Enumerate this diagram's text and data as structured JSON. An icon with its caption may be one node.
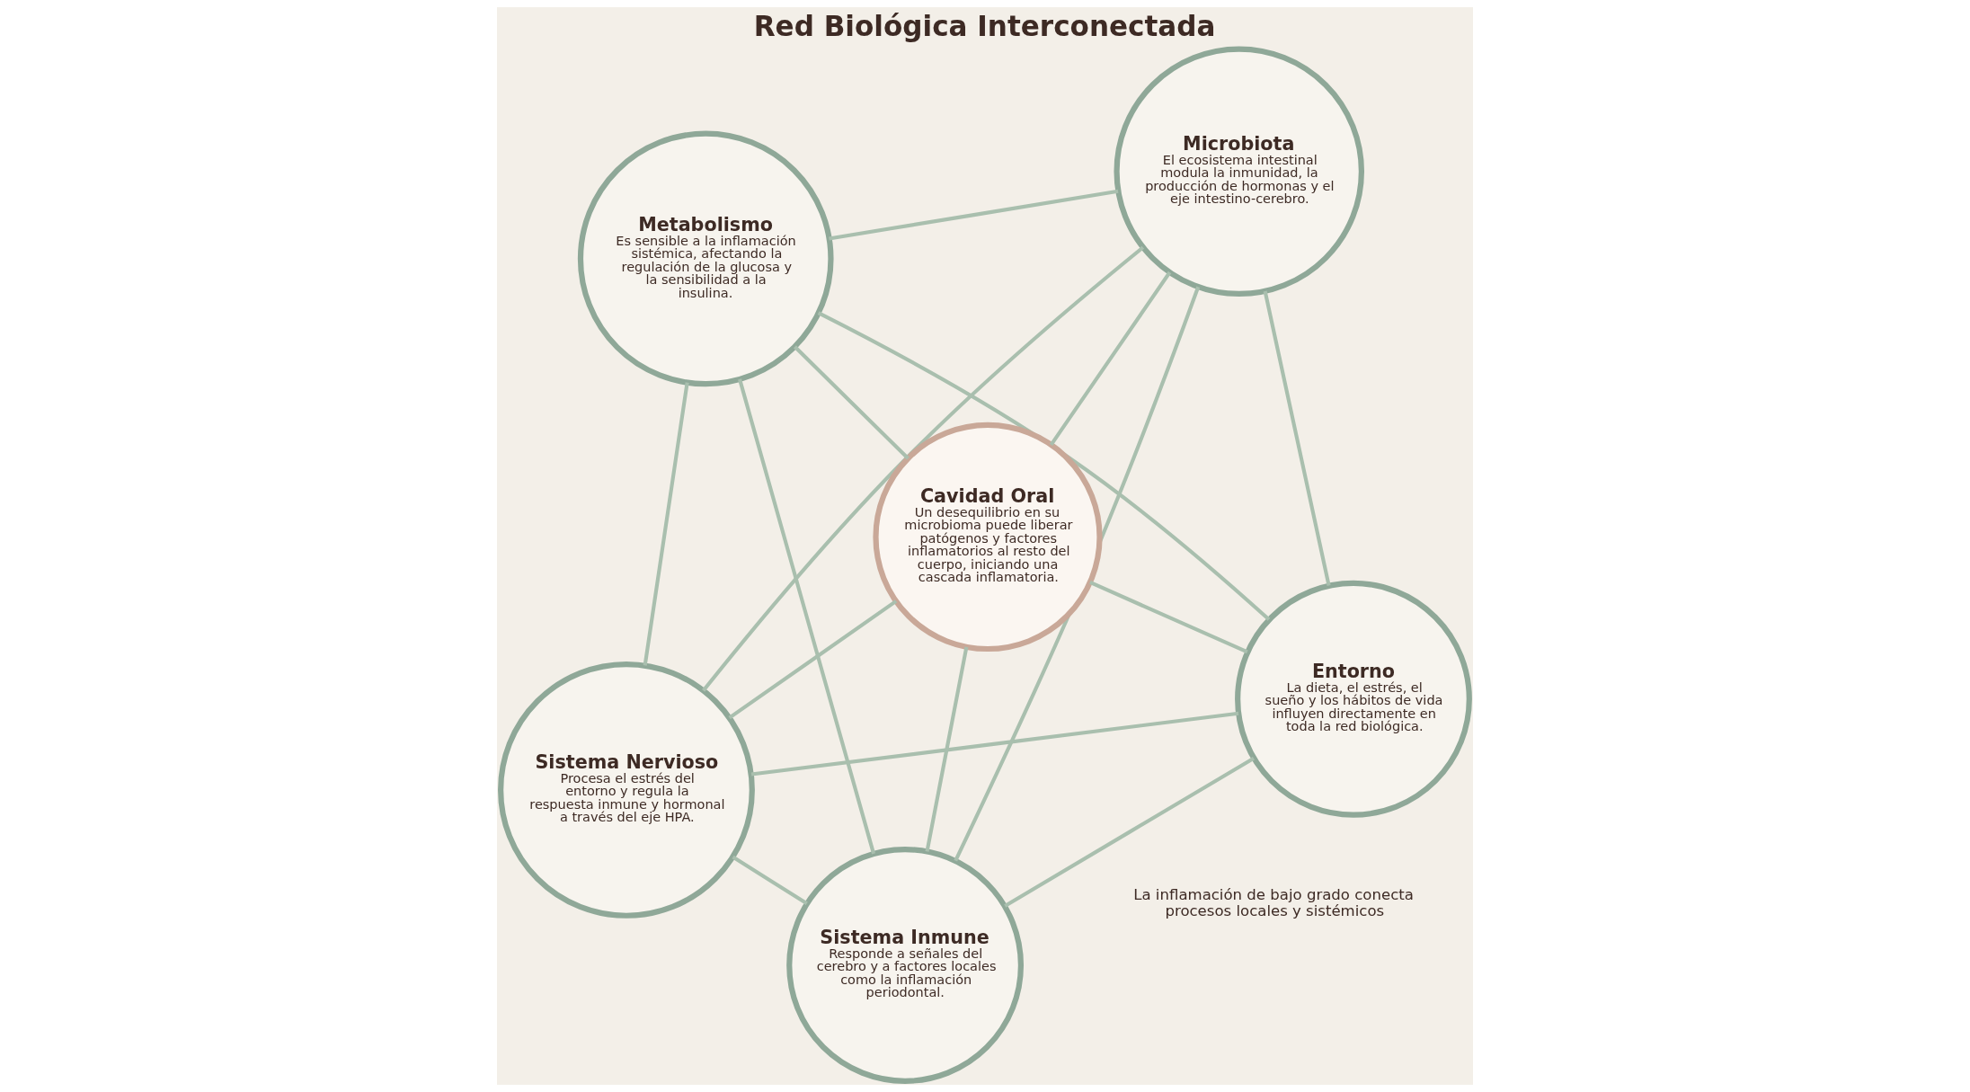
{
  "diagram": {
    "title": "Red Biológica Interconectada",
    "nodes": [
      {
        "text": [
          "Sistema Nervioso",
          "Procesa el estrés del entorno y regula la respuesta inmune y hormonal a través del eje HPA."
        ]
      },
      {
        "text": [
          "Entorno",
          "La dieta, el estrés, el sueño y los hábitos de vida influyen directamente en toda la red biológica."
        ]
      },
      {
        "text": [
          "Sistema Inmune",
          "Responde a señales del cerebro y a factores locales como la inflamación periodontal."
        ]
      },
      {
        "text": [
          "Cavidad Oral",
          "Un desequilibrio en su microbioma puede liberar patógenos y factores inflamatorios al resto del cuerpo, iniciando una cascada inflamatoria."
        ]
      },
      {
        "text": [
          "Microbiota",
          "El ecosistema intestinal modula la inmunidad, la producción de hormonas y el eje intestino-cerebro."
        ]
      },
      {
        "text": [
          "Metabolismo",
          "Es sensible a la inflamación sistémica, afectando la regulación de la glucosa y la sensibilidad a la insulina."
        ]
      }
    ],
    "edges": [
      {
        "from": 0,
        "to": 1,
        "arrow": "none"
      },
      {
        "from": 0,
        "to": 2,
        "arrow": "none"
      },
      {
        "from": 1,
        "to": 4,
        "arrow": "none"
      },
      {
        "from": 2,
        "to": 5,
        "arrow": "none"
      },
      {
        "from": 4,
        "to": 5,
        "arrow": "none"
      },
      {
        "from": 3,
        "to": 0,
        "arrow": "none"
      },
      {
        "from": 3,
        "to": 1,
        "arrow": "none"
      },
      {
        "from": 3,
        "to": 2,
        "arrow": "none"
      },
      {
        "from": 3,
        "to": 4,
        "arrow": "none"
      },
      {
        "from": 3,
        "to": 5,
        "arrow": "none"
      },
      {
        "from": 0,
        "to": 4,
        "arrow": "none"
      },
      {
        "from": 0,
        "to": 5,
        "arrow": "none"
      },
      {
        "from": 1,
        "to": 2,
        "arrow": "none"
      },
      {
        "from": 1,
        "to": 5,
        "arrow": "none"
      },
      {
        "from": 2,
        "to": 4,
        "arrow": "none"
      }
    ],
    "labels": [
      "La inflamación de bajo grado conecta procesos locales y sistémicos"
    ]
  }
}
